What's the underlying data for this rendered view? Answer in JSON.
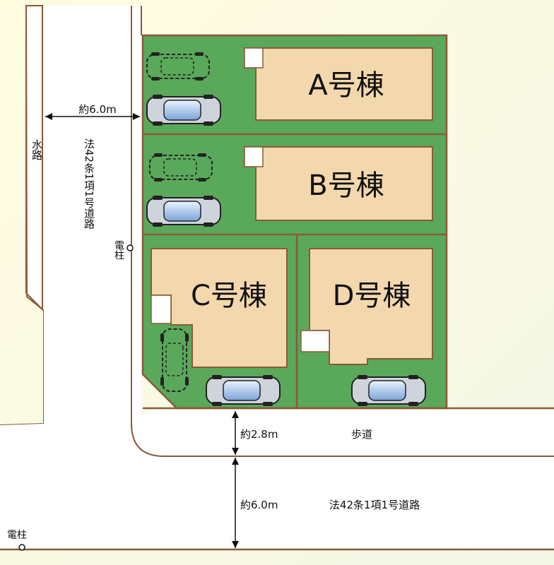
{
  "buildings": [
    {
      "id": "A",
      "label": "A号棟"
    },
    {
      "id": "B",
      "label": "B号棟"
    },
    {
      "id": "C",
      "label": "C号棟"
    },
    {
      "id": "D",
      "label": "D号棟"
    }
  ],
  "roads": {
    "left_width_label": "約6.0m",
    "left_road_label": "法42条1項1号道路",
    "waterway_label": "水路",
    "sidewalk_label": "歩道",
    "sidewalk_width_label": "約2.8m",
    "front_width_label": "約6.0m",
    "front_road_label": "法42条1項1号道路"
  },
  "poles": {
    "pole_top_label": "電柱",
    "pole_bottom_label": "電柱"
  },
  "colors": {
    "lot_green": "#5aa85a",
    "building_fill": "#f3d7ad",
    "building_border": "#8a5a3a",
    "road_white": "#ffffff",
    "background": "#f7f7e6"
  }
}
